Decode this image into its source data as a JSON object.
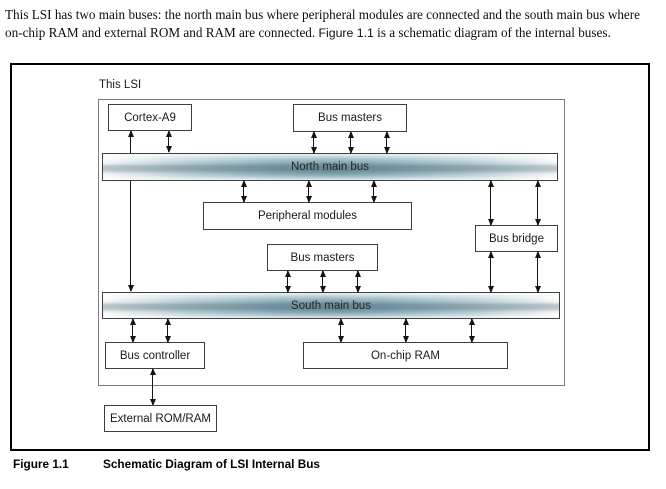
{
  "intro": {
    "line1": "This LSI has two main buses: the north main bus where peripheral modules are connected and the south main bus where",
    "line2_pre": "on-chip RAM and external ROM and RAM are connected. ",
    "figure_ref": "Figure 1.1",
    "line2_post": " is a schematic diagram of the internal buses."
  },
  "figure": {
    "frame_label": "This LSI",
    "buses": {
      "north": {
        "label": "North main bus"
      },
      "south": {
        "label": "South main bus"
      }
    },
    "boxes": {
      "cortex": {
        "label": "Cortex-A9"
      },
      "bus_masters_top": {
        "label": "Bus masters"
      },
      "peripheral_modules": {
        "label": "Peripheral modules"
      },
      "bus_masters_mid": {
        "label": "Bus masters"
      },
      "bus_bridge": {
        "label": "Bus bridge"
      },
      "bus_controller": {
        "label": "Bus controller"
      },
      "on_chip_ram": {
        "label": "On-chip RAM"
      },
      "external_rom_ram": {
        "label": "External ROM/RAM"
      }
    },
    "caption": {
      "label": "Figure 1.1",
      "title": "Schematic Diagram of LSI Internal Bus"
    },
    "colors": {
      "bus_mid": "#7fa3af",
      "bus_light": "#cfdfe4",
      "bus_edge_fade": "#ffffff",
      "box_border": "#3d3d3d",
      "frame_border": "#000000",
      "inner_frame_border": "#7c7c7c",
      "arrow": "#141414"
    }
  }
}
